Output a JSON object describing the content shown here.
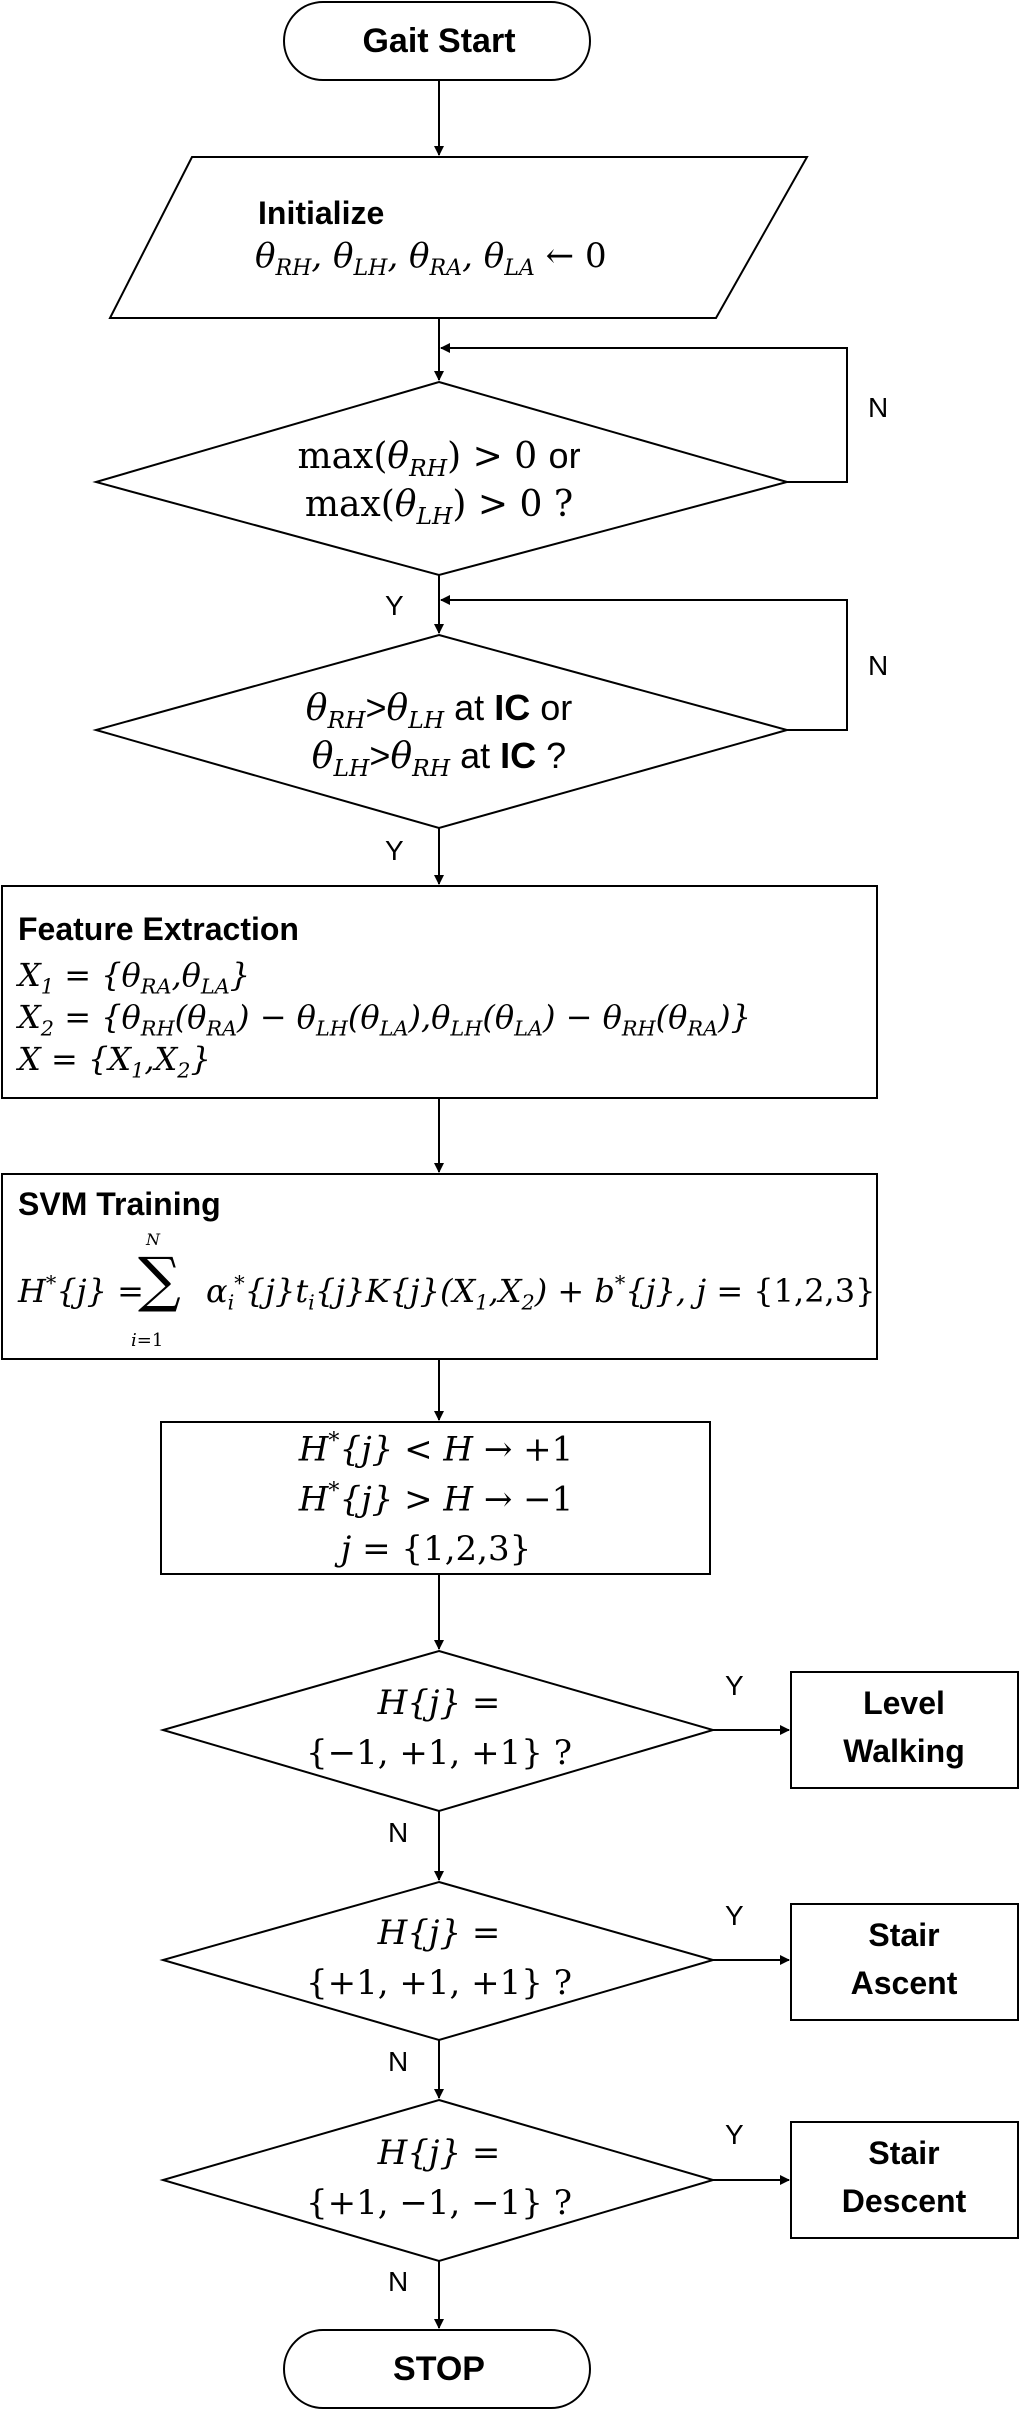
{
  "start": {
    "label": "Gait Start"
  },
  "init": {
    "title": "Initialize",
    "formula": "θRH, θLH, θRA, θLA ← 0"
  },
  "decision1": {
    "line1": "max(θRH) > 0 or",
    "line2": "max(θLH) > 0 ?",
    "yes": "Y",
    "no": "N"
  },
  "decision2": {
    "line1": "θRH>θLH at IC or",
    "line2": "θLH>θRH at IC ?",
    "yes": "Y",
    "no": "N"
  },
  "feature": {
    "title": "Feature Extraction",
    "x1": "X1 = {θRA, θLA}",
    "x2": "X2 = {θRH(θRA) − θLH(θLA), θLH(θLA) − θRH(θRA)}",
    "x": "X = {X1, X2}"
  },
  "svm": {
    "title": "SVM Training",
    "formula": "H*{j} = Σ(i=1..N) αi*{j} ti{j} K{j}(X1, X2) + b*{j}, j = {1,2,3}"
  },
  "rule": {
    "line1": "H*{j} < H → +1",
    "line2": "H*{j} > H → −1",
    "line3": "j = {1,2,3}"
  },
  "level": {
    "line1": "H{j} =",
    "line2": "{−1, +1, +1} ?",
    "yes": "Y",
    "no": "N",
    "result1": "Level",
    "result2": "Walking"
  },
  "ascent": {
    "line1": "H{j} =",
    "line2": "{+1, +1, +1} ?",
    "yes": "Y",
    "no": "N",
    "result1": "Stair",
    "result2": "Ascent"
  },
  "descent": {
    "line1": "H{j} =",
    "line2": "{+1, −1, −1} ?",
    "yes": "Y",
    "no": "N",
    "result1": "Stair",
    "result2": "Descent"
  },
  "stop": {
    "label": "STOP"
  },
  "colors": {
    "stroke": "#000000",
    "fill": "#ffffff"
  }
}
